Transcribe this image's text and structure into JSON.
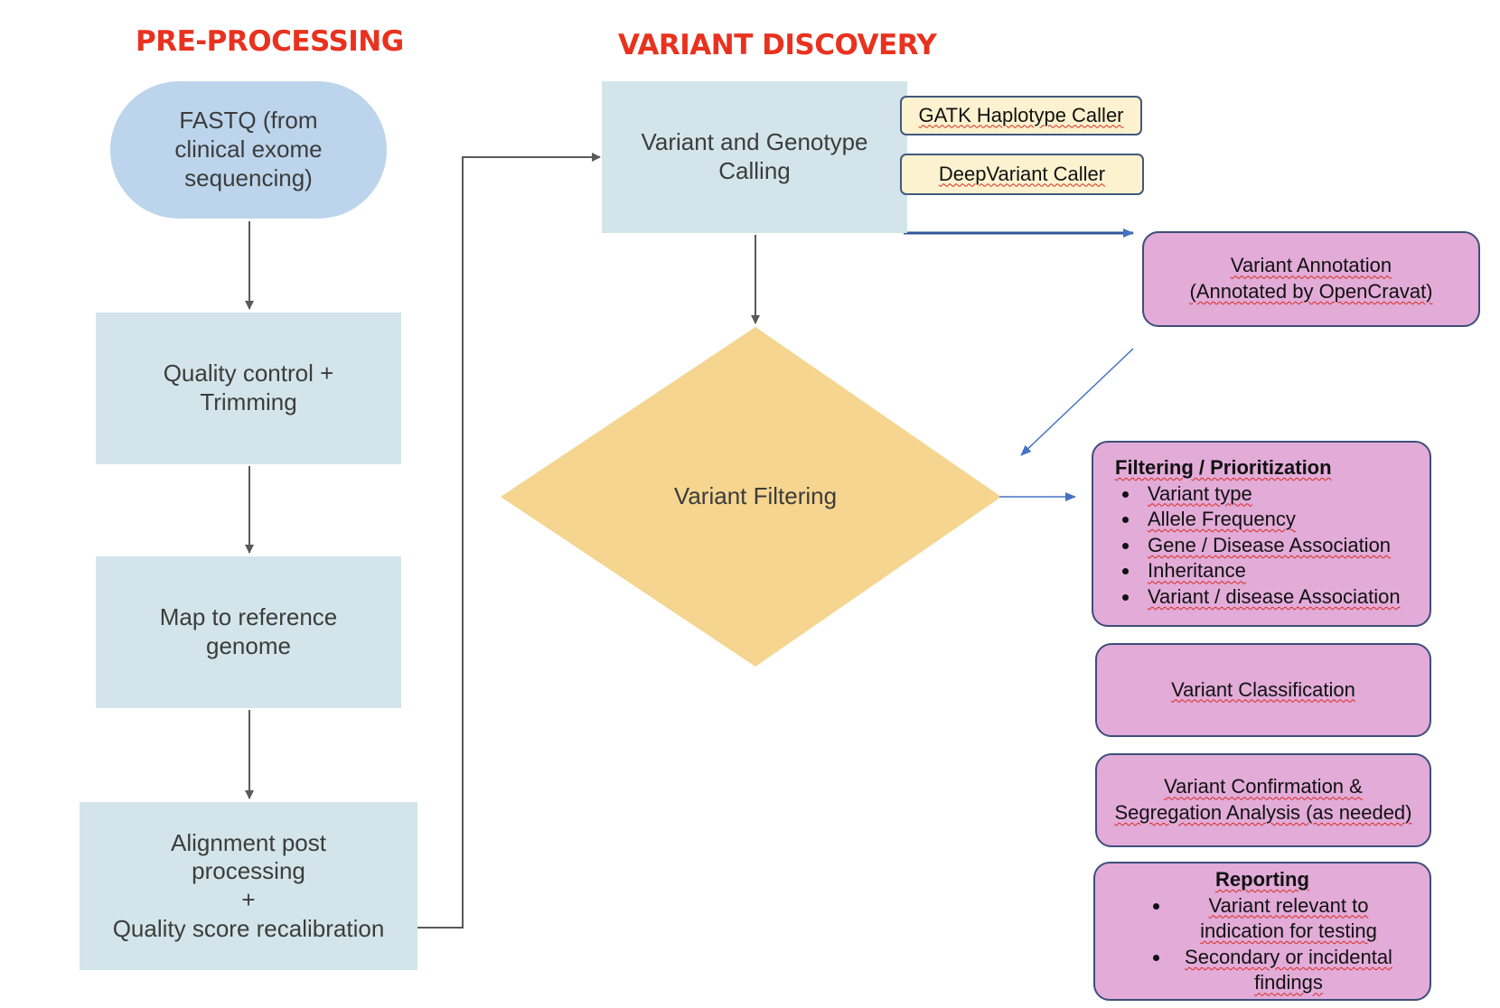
{
  "colors": {
    "section_title": "#e8321f",
    "process_box": "#d3e5ea",
    "start_pill": "#bcd5ec",
    "decision": "#f5d58f",
    "tool_box": "#fdf2cf",
    "annotation_box": "#e2abd8",
    "connector_gray": "#595959",
    "connector_blue": "#4472c4"
  },
  "sections": {
    "pre_processing": "PRE-PROCESSING",
    "variant_discovery": "VARIANT DISCOVERY"
  },
  "pipeline": {
    "fastq": "FASTQ (from\nclinical exome\nsequencing)",
    "qc": "Quality control +\nTrimming",
    "map": "Map to reference\ngenome",
    "align": "Alignment post\nprocessing\n+\nQuality score recalibration"
  },
  "discovery": {
    "calling": "Variant and Genotype\nCalling",
    "filtering": "Variant Filtering"
  },
  "tools": {
    "gatk": "GATK Haplotype Caller",
    "deepvariant": "DeepVariant Caller"
  },
  "annotation": {
    "line1": "Variant Annotation",
    "line2": "(Annotated by OpenCravat)"
  },
  "filtering_box": {
    "title": "Filtering / Prioritization",
    "items": [
      "Variant type",
      "Allele Frequency",
      "Gene / Disease Association",
      "Inheritance",
      "Variant / disease Association"
    ]
  },
  "classification": {
    "label": "Variant Classification"
  },
  "confirmation": {
    "line1": "Variant Confirmation &",
    "line2": "Segregation Analysis (as needed)"
  },
  "reporting": {
    "title": "Reporting",
    "items": [
      "Variant relevant to indication for testing",
      "Secondary or incidental findings"
    ]
  }
}
